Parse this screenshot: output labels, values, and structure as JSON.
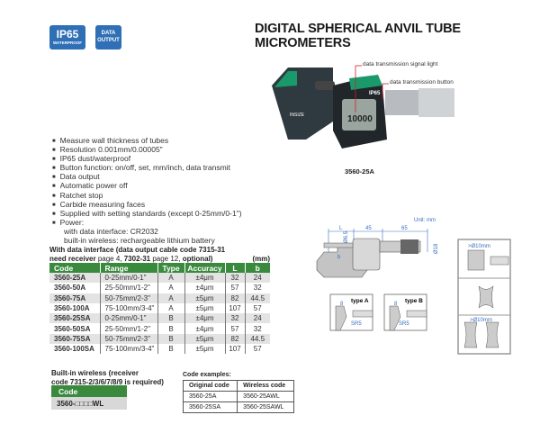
{
  "badges": [
    {
      "main": "IP65",
      "sub": "WATERPROOF"
    },
    {
      "line1": "DATA",
      "line2": "OUTPUT"
    }
  ],
  "title": "DIGITAL SPHERICAL ANVIL TUBE MICROMETERS",
  "product_image": {
    "callouts": [
      "data transmission signal light",
      "data transmission button"
    ],
    "caption": "3560-25A",
    "brand": "INSIZE",
    "display": "10000",
    "ip": "IP65"
  },
  "features": [
    "Measure wall thickness of tubes",
    "Resolution 0.001mm/0.00005\"",
    "IP65 dust/waterproof",
    "Button function: on/off, set, mm/inch, data transmit",
    "Data output",
    "Automatic power off",
    "Ratchet stop",
    "Carbide measuring faces",
    "Supplied with setting standards (except 0-25mm/0-1\")",
    "Power:"
  ],
  "power_lines": [
    "with data interface: CR2032",
    "built-in wireless:  rechargeable lithium battery"
  ],
  "spec_table": {
    "heading_bold1": "With data interface (data output cable code 7315-31",
    "heading_bold2": "need receiver ",
    "heading_n1": "page 4, ",
    "heading_b3": "7302-31 ",
    "heading_n2": "page 12, ",
    "heading_b4": "optional)",
    "unit": "(mm)",
    "columns": [
      "Code",
      "Range",
      "Type",
      "Accuracy",
      "L",
      "b"
    ],
    "rows": [
      [
        "3560-25A",
        "0-25mm/0-1\"",
        "A",
        "±4μm",
        "32",
        "24"
      ],
      [
        "3560-50A",
        "25-50mm/1-2\"",
        "A",
        "±4μm",
        "57",
        "32"
      ],
      [
        "3560-75A",
        "50-75mm/2-3\"",
        "A",
        "±5μm",
        "82",
        "44.5"
      ],
      [
        "3560-100A",
        "75-100mm/3-4\"",
        "A",
        "±5μm",
        "107",
        "57"
      ],
      [
        "3560-25SA",
        "0-25mm/0-1\"",
        "B",
        "±4μm",
        "32",
        "24"
      ],
      [
        "3560-50SA",
        "25-50mm/1-2\"",
        "B",
        "±4μm",
        "57",
        "32"
      ],
      [
        "3560-75SA",
        "50-75mm/2-3\"",
        "B",
        "±5μm",
        "82",
        "44.5"
      ],
      [
        "3560-100SA",
        "75-100mm/3-4\"",
        "B",
        "±5μm",
        "107",
        "57"
      ]
    ]
  },
  "drawing": {
    "unit": "Unit: mm",
    "dims": [
      "L",
      "45",
      "65",
      "Ø6.5",
      "Ø18",
      "b"
    ],
    "typeA": "type A",
    "typeB": "type B",
    "sr": "SR5",
    "eight": "8",
    "min_dia": ">Ø10mm"
  },
  "wireless": {
    "heading1": "Built-in wireless (receiver",
    "heading2": "code 7315-2/3/6/7/8/9 is required)",
    "col": "Code",
    "value": "3560-□□□□WL"
  },
  "examples": {
    "heading": "Code examples:",
    "columns": [
      "Original code",
      "Wireless code"
    ],
    "rows": [
      [
        "3560-25A",
        "3560-25AWL"
      ],
      [
        "3560-25SA",
        "3560-25SAWL"
      ]
    ]
  },
  "colors": {
    "green": "#3a8a3e",
    "blue": "#2f6fb5",
    "dim": "#3a6fbf",
    "callout": "#d0202a"
  }
}
